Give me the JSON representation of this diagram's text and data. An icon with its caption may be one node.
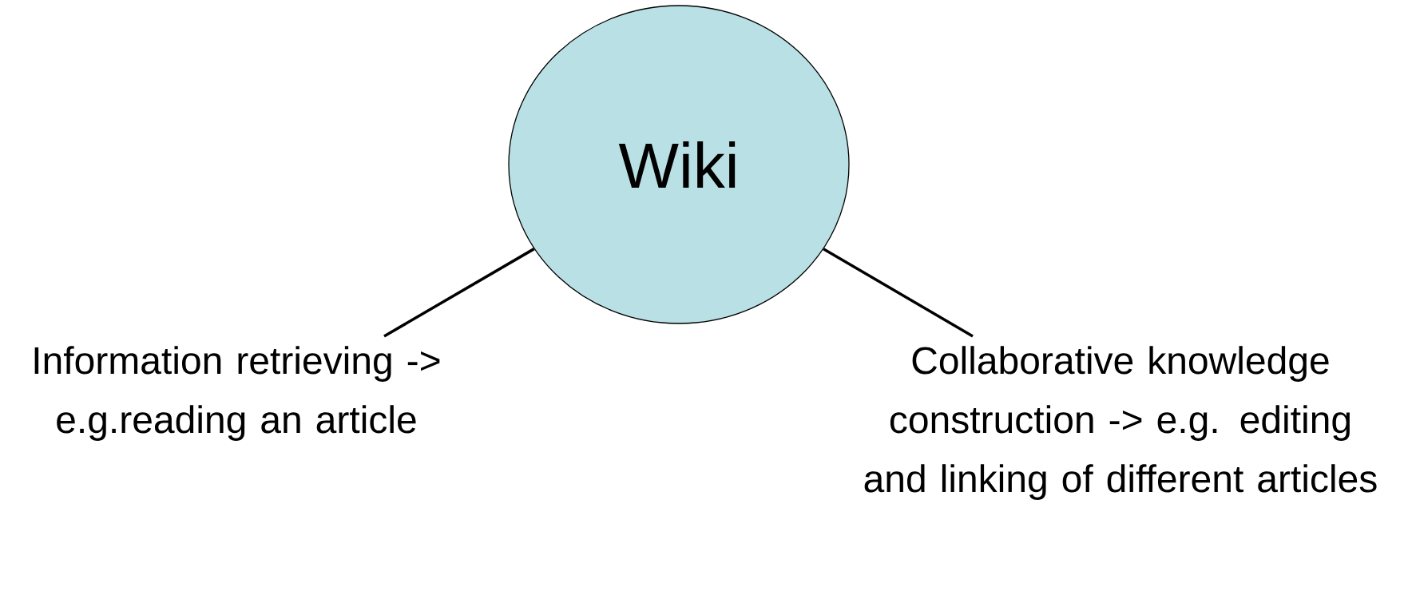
{
  "diagram": {
    "nodes": [
      {
        "text": [
          "Wiki"
        ]
      },
      {
        "text": [
          "Information retrieving -> e.g.reading an article"
        ]
      },
      {
        "text": [
          "Collaborative knowledge construction -> e.g. editing and linking of different articles"
        ]
      }
    ],
    "edges": [
      {
        "from": 0,
        "to": 1,
        "arrow": "none"
      },
      {
        "from": 0,
        "to": 2,
        "arrow": "none"
      }
    ]
  }
}
